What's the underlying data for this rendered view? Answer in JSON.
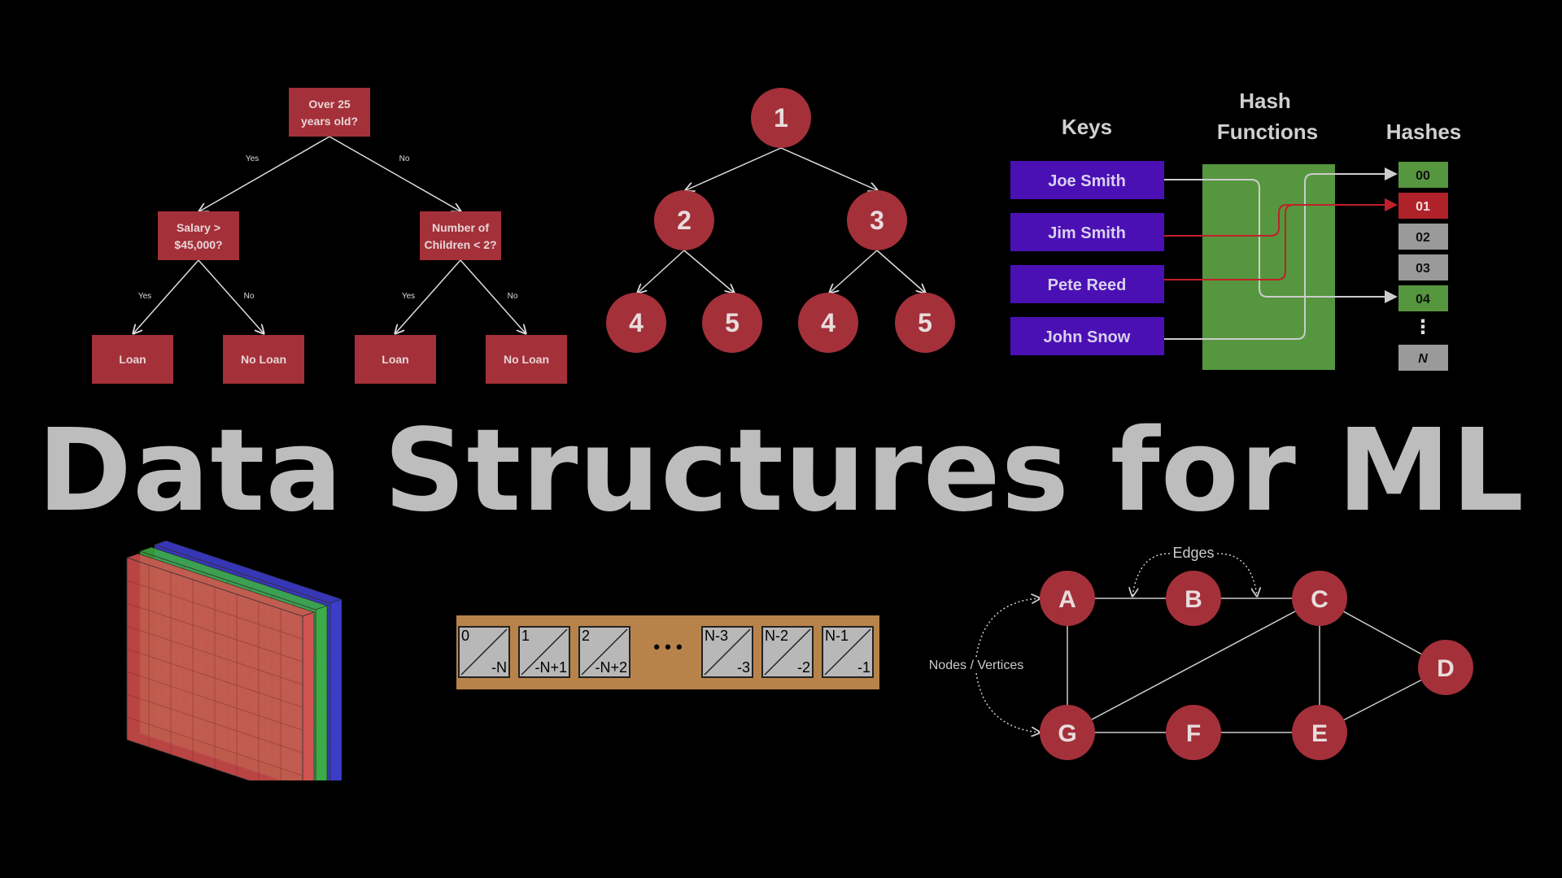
{
  "title": "Data Structures for ML",
  "decision_tree": {
    "root": "Over 25 years old?",
    "left": "Salary > $45,000?",
    "right": "Number of Children < 2?",
    "leaves": [
      "Loan",
      "No Loan",
      "Loan",
      "No Loan"
    ],
    "edge_labels": [
      "Yes",
      "No",
      "Yes",
      "No",
      "Yes",
      "No"
    ],
    "color": "#a4303a"
  },
  "binary_tree": {
    "nodes": [
      "1",
      "2",
      "3",
      "4",
      "5",
      "4",
      "5"
    ],
    "color": "#a4303a"
  },
  "hash_table": {
    "headers": {
      "keys": "Keys",
      "functions": "Hash Functions",
      "hashes": "Hashes"
    },
    "keys": [
      "Joe Smith",
      "Jim Smith",
      "Pete Reed",
      "John Snow"
    ],
    "hashes": [
      "00",
      "01",
      "02",
      "03",
      "04",
      "⋮",
      "N"
    ],
    "colors": {
      "key": "#4a10b4",
      "function": "#56963f",
      "hash_hit": "#56963f",
      "hash_collision": "#b0222a",
      "hash_empty": "#9a9a9a"
    }
  },
  "tensor": {
    "channels": [
      "red",
      "green",
      "blue"
    ],
    "colors": {
      "red": "#d85050",
      "green": "#3cb340",
      "blue": "#3f3fd6"
    }
  },
  "array": {
    "cells": [
      {
        "index": "0",
        "neg": "-N"
      },
      {
        "index": "1",
        "neg": "-N+1"
      },
      {
        "index": "2",
        "neg": "-N+2"
      },
      {
        "index": "N-3",
        "neg": "-3"
      },
      {
        "index": "N-2",
        "neg": "-2"
      },
      {
        "index": "N-1",
        "neg": "-1"
      }
    ],
    "ellipsis": "• • •",
    "colors": {
      "background": "#b8834a",
      "cell": "#b8b8b8"
    }
  },
  "graph": {
    "nodes": [
      "A",
      "B",
      "C",
      "D",
      "E",
      "F",
      "G"
    ],
    "edges_label": "Edges",
    "nodes_label": "Nodes / Vertices",
    "color": "#a4303a"
  }
}
